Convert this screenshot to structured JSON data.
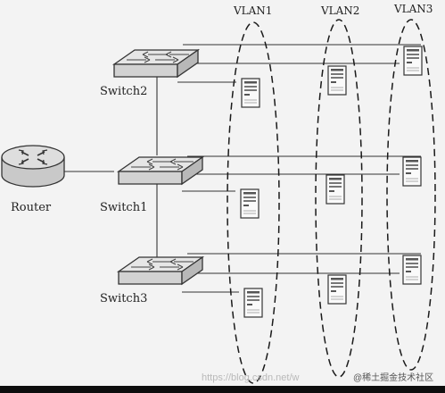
{
  "labels": {
    "router": "Router",
    "switch1": "Switch1",
    "switch2": "Switch2",
    "switch3": "Switch3"
  },
  "vlans": [
    "VLAN1",
    "VLAN2",
    "VLAN3"
  ],
  "watermark": {
    "url": "https://blog.csdn.net/w",
    "author": "@稀土掘金技术社区"
  }
}
